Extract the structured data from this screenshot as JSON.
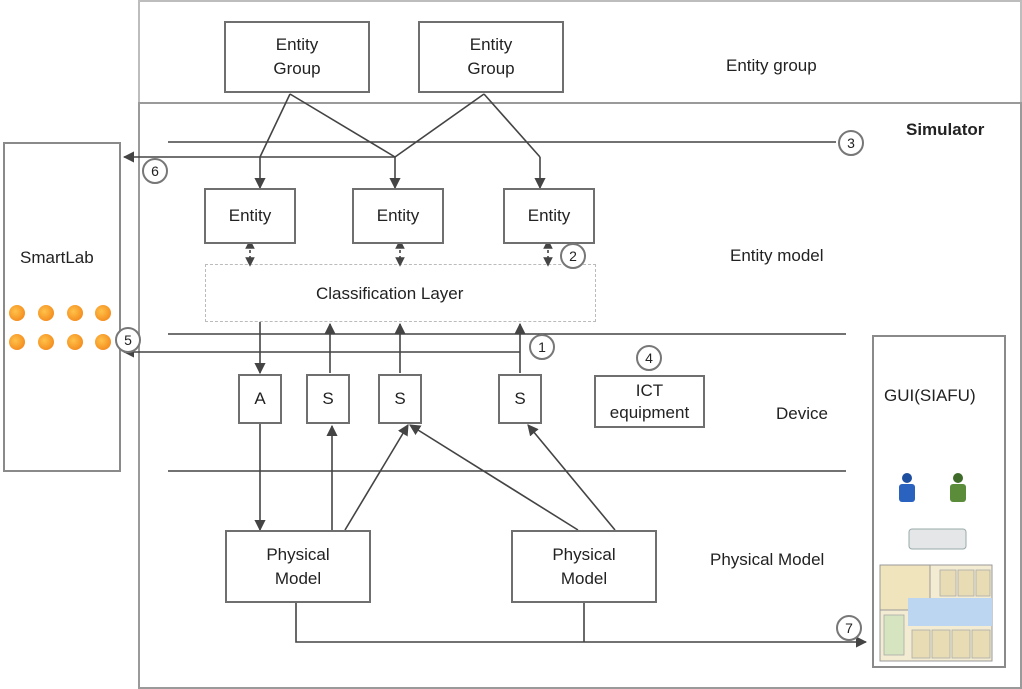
{
  "entity_groups": [
    "Entity\nGroup",
    "Entity\nGroup"
  ],
  "layers": {
    "entity_group": "Entity group",
    "simulator": "Simulator",
    "entity_model": "Entity model",
    "device": "Device",
    "physical_model": "Physical Model"
  },
  "entities": [
    "Entity",
    "Entity",
    "Entity"
  ],
  "classification_layer": "Classification Layer",
  "devices": [
    "A",
    "S",
    "S",
    "S"
  ],
  "ict_equipment": "ICT\nequipment",
  "physical_models": [
    "Physical\nModel",
    "Physical\nModel"
  ],
  "smartlab": "SmartLab",
  "gui": "GUI(SIAFU)",
  "markers": [
    "1",
    "2",
    "3",
    "4",
    "5",
    "6",
    "7"
  ],
  "colors": {
    "line": "#444444",
    "box_border": "#6f6f6f",
    "dot": "#f08a1c"
  }
}
